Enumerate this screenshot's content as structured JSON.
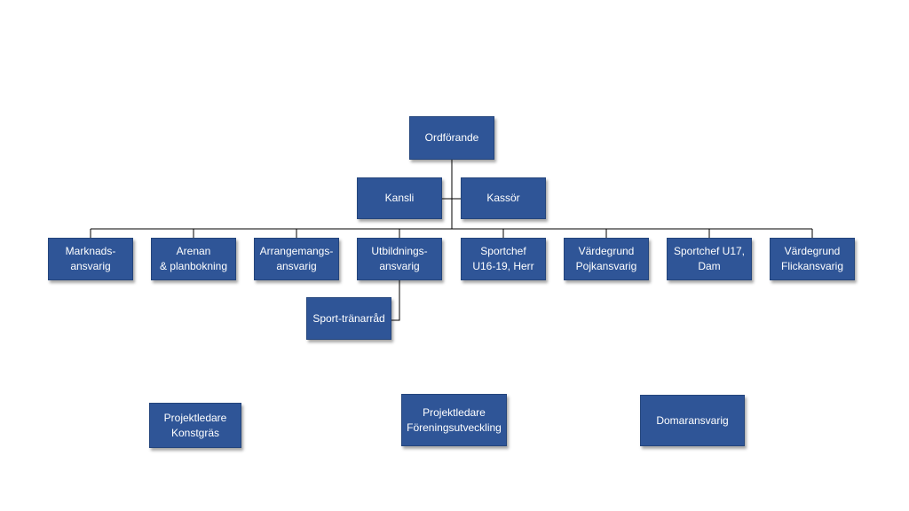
{
  "colors": {
    "node_fill": "#2f5597",
    "line": "#000000",
    "text": "#ffffff"
  },
  "nodes": {
    "chair": "Ordförande",
    "office": "Kansli",
    "treasurer": "Kassör",
    "marketing": "Marknads-\nansvarig",
    "arena": "Arenan\n& planbokning",
    "events": "Arrangemangs-\nansvarig",
    "education": "Utbildnings-\nansvarig",
    "sports_men": "Sportchef\nU16-19, Herr",
    "values_boys": "Värdegrund\nPojkansvarig",
    "sports_women": "Sportchef  U17,\nDam",
    "values_girls": "Värdegrund\nFlickansvarig",
    "coach_council": "Sport-tränarråd",
    "pm_turf": "Projektledare\nKonstgräs",
    "pm_dev": "Projektledare\nFöreningsutveckling",
    "referee": "Domaransvarig"
  }
}
